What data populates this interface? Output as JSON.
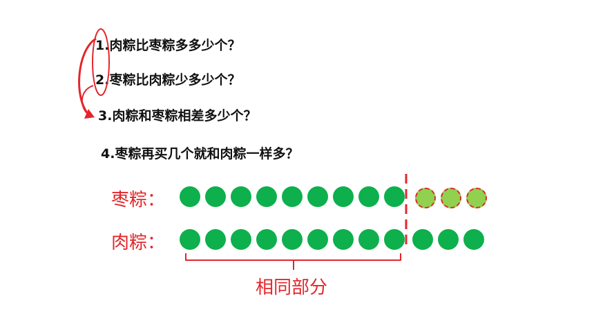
{
  "questions": [
    "1.肉粽比枣粽多多少个？",
    "2.枣粽比肉粽少多少个？",
    "3.肉粽和枣粽相差多少个？",
    "4.枣粽再买几个就和肉粽一样多？"
  ],
  "rows": {
    "zaozong": {
      "label": "枣粽：",
      "solid_count": 9,
      "extra_count": 3
    },
    "rouzong": {
      "label": "肉粽：",
      "solid_count": 12
    }
  },
  "bracket_label": "相同部分",
  "colors": {
    "dot": "#0db04c",
    "extra_dot": "#92d050",
    "accent": "#e3262b",
    "text": "#111111"
  }
}
